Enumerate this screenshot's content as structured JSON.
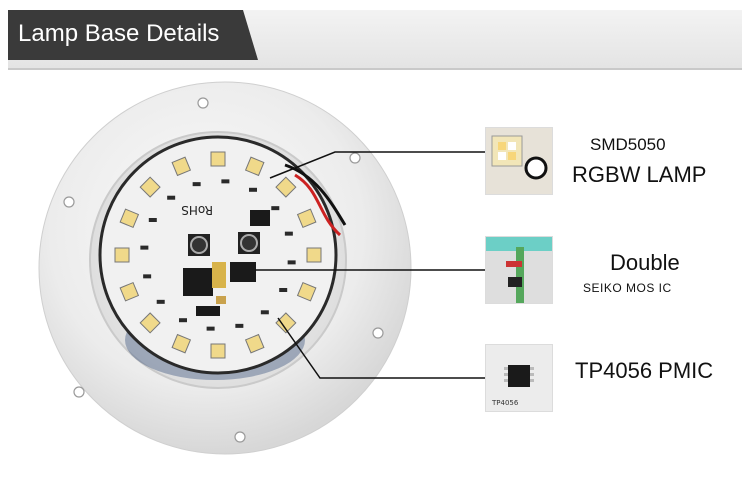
{
  "header": {
    "title": "Lamp Base Details"
  },
  "callouts": [
    {
      "line1": "SMD5050",
      "line2": "RGBW LAMP"
    },
    {
      "line1": "Double",
      "line2": "SEIKO MOS IC"
    },
    {
      "line1": "TP4056 PMIC"
    }
  ],
  "pcb_print": {
    "rohs": "RoHS",
    "chip": "TP4056"
  },
  "colors": {
    "header_bg": "#3a3a3a",
    "base_white": "#f4f4f4",
    "pcb_white": "#f1f1f1",
    "led_yellow": "#f0d98a"
  }
}
